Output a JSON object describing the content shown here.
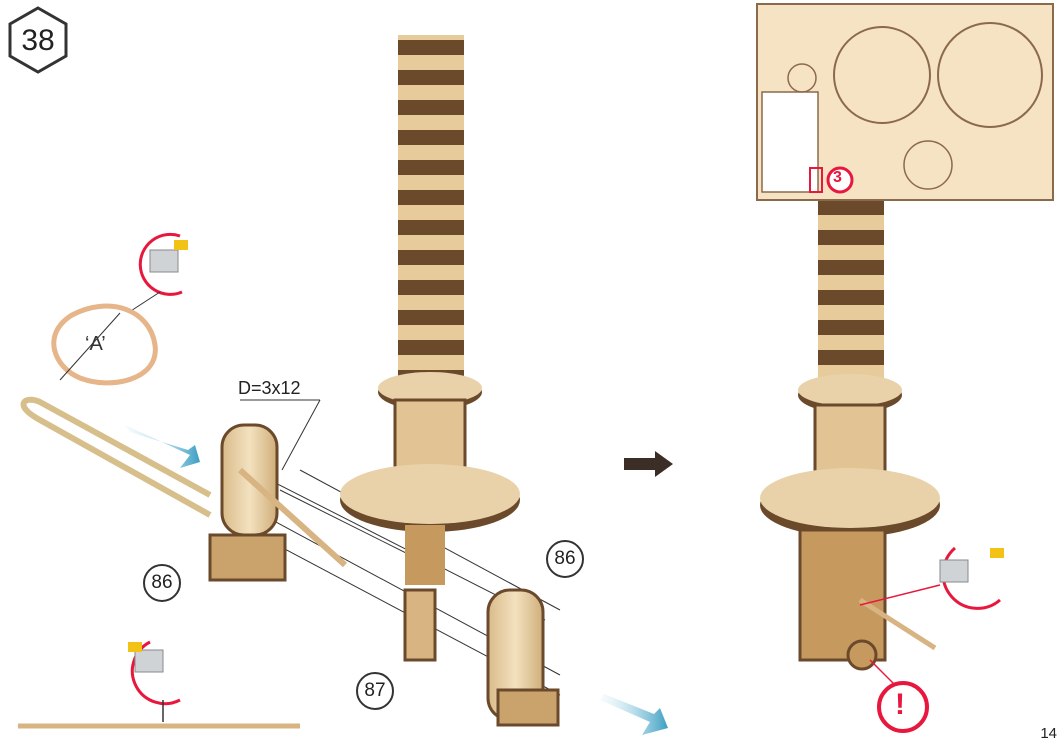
{
  "step": {
    "number": "38"
  },
  "parts": {
    "left_86": "86",
    "right_86": "86",
    "part_87": "87"
  },
  "annotations": {
    "dowel": "D=3x12",
    "band_label": "‘A’",
    "sheet_number": "3",
    "warning": "!"
  },
  "page": {
    "number": "14"
  },
  "icons": [
    "hexagon-step-icon",
    "knife-icon",
    "arrow-right-icon",
    "blue-arrow-icon",
    "warning-icon",
    "parts-sheet-icon"
  ],
  "colors": {
    "wood_light": "#e9d2a9",
    "wood_dark": "#6b4a2c",
    "accent_red": "#e8173d",
    "arrow_blue": "#4aa9c9"
  }
}
